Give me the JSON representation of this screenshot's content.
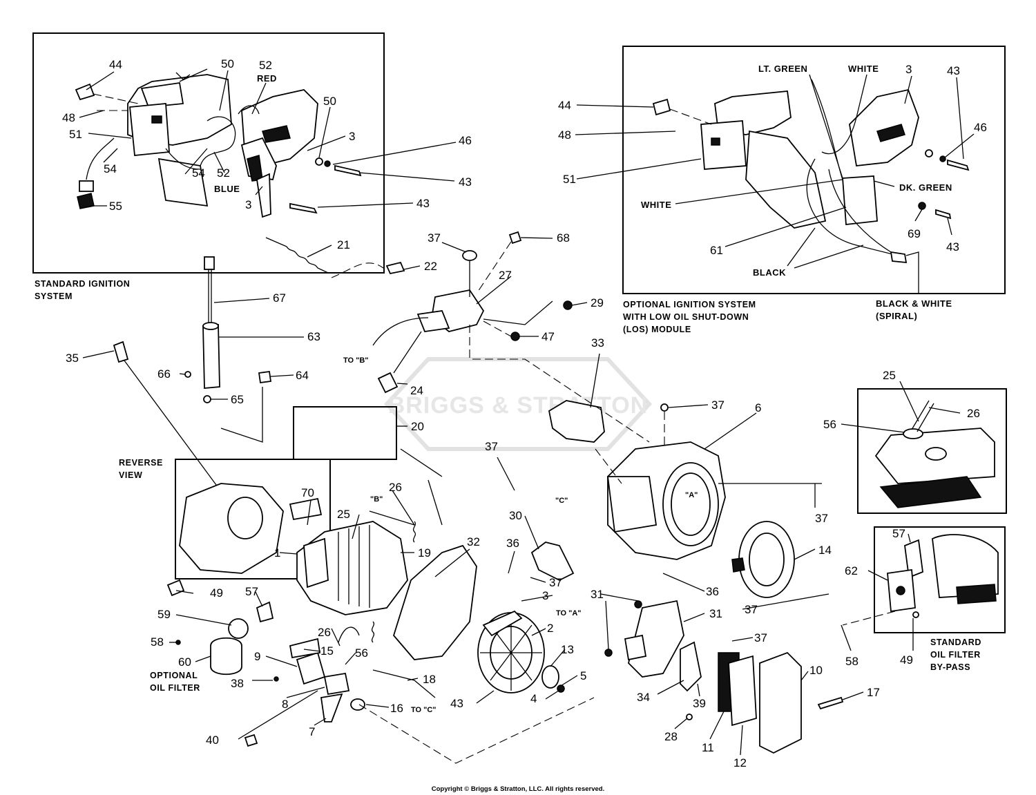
{
  "callouts": {
    "p44a": "44",
    "p50a": "50",
    "p52red": "52",
    "red": "RED",
    "p48a": "48",
    "p51a": "51",
    "p50b": "50",
    "p3a": "3",
    "p46a": "46",
    "p54a": "54",
    "p54b": "54",
    "p52blue": "52",
    "blue": "BLUE",
    "p43a": "43",
    "p3b": "3",
    "p43b": "43",
    "p55": "55",
    "p44b": "44",
    "p48b": "48",
    "p51b": "51",
    "ltgreen": "LT. GREEN",
    "white1": "WHITE",
    "p3c": "3",
    "p43c": "43",
    "p46b": "46",
    "dkgreen": "DK. GREEN",
    "white2": "WHITE",
    "p69": "69",
    "p43d": "43",
    "p61": "61",
    "black": "BLACK",
    "bwspiral1": "BLACK & WHITE",
    "bwspiral2": "(SPIRAL)",
    "p21": "21",
    "p37a": "37",
    "p68": "68",
    "p22": "22",
    "p27": "27",
    "p29": "29",
    "p47": "47",
    "p67": "67",
    "p63": "63",
    "p35": "35",
    "p66": "66",
    "p64": "64",
    "p65": "65",
    "p24": "24",
    "p33": "33",
    "p37b": "37",
    "p6": "6",
    "p20": "20",
    "p37c": "37",
    "p26a": "26",
    "p25a": "25",
    "p70": "70",
    "p19": "19",
    "p1": "1",
    "p32": "32",
    "p30": "30",
    "p36a": "36",
    "p37d": "37",
    "p3d": "3",
    "p14": "14",
    "p37e": "37",
    "p36b": "36",
    "p37f": "37",
    "p49a": "49",
    "p57a": "57",
    "p59": "59",
    "p58a": "58",
    "p60": "60",
    "p15": "15",
    "p9": "9",
    "p26b": "26",
    "p56a": "56",
    "p2": "2",
    "p13": "13",
    "p5": "5",
    "p4": "4",
    "p31a": "31",
    "p31b": "31",
    "p37g": "37",
    "p10": "10",
    "p38": "38",
    "p8": "8",
    "p18": "18",
    "p16": "16",
    "p43e": "43",
    "p7": "7",
    "p40": "40",
    "p34": "34",
    "p39": "39",
    "p28": "28",
    "p11": "11",
    "p12": "12",
    "p17": "17",
    "p25b": "25",
    "p26c": "26",
    "p56b": "56",
    "p57b": "57",
    "p62": "62",
    "p58b": "58",
    "p49b": "49"
  },
  "references": {
    "to_b": "TO \"B\"",
    "b": "\"B\"",
    "c": "\"C\"",
    "a": "\"A\"",
    "to_a": "TO \"A\"",
    "to_c": "TO \"C\""
  },
  "captions": {
    "std_ignition_1": "STANDARD IGNITION",
    "std_ignition_2": "SYSTEM",
    "opt_ignition_1": "OPTIONAL IGNITION SYSTEM",
    "opt_ignition_2": "WITH LOW OIL SHUT-DOWN",
    "opt_ignition_3": "(LOS) MODULE",
    "reverse_view_1": "REVERSE",
    "reverse_view_2": "VIEW",
    "opt_oil_filter_1": "OPTIONAL",
    "opt_oil_filter_2": "OIL FILTER",
    "std_bypass_1": "STANDARD",
    "std_bypass_2": "OIL FILTER",
    "std_bypass_3": "BY-PASS"
  },
  "watermark": "BRIGGS & STRATTON",
  "copyright": "Copyright © Briggs & Stratton, LLC. All rights reserved."
}
